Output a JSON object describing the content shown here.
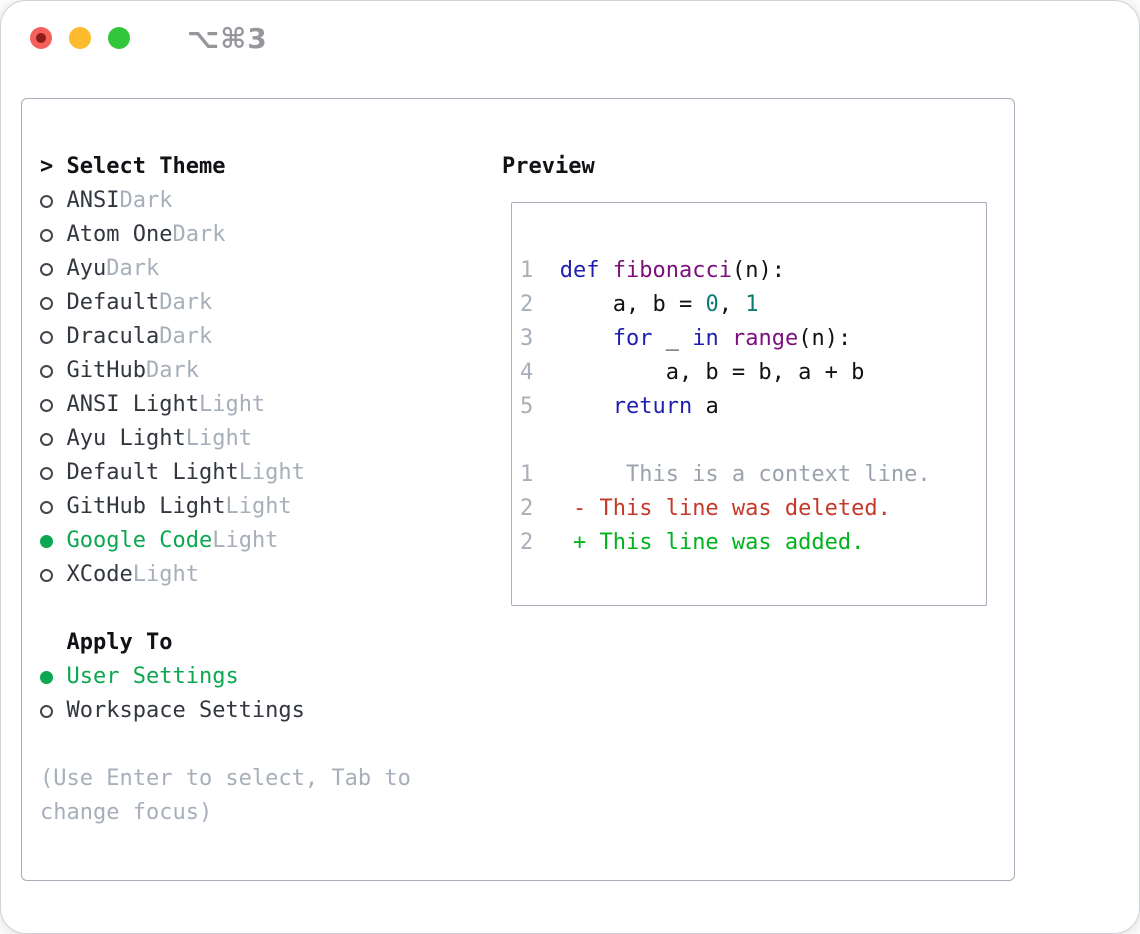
{
  "window": {
    "title": "⌥⌘3",
    "traffic_lights": [
      {
        "name": "close",
        "color": "#f4605a"
      },
      {
        "name": "minimize",
        "color": "#fcbb2d"
      },
      {
        "name": "maximize",
        "color": "#32c63c"
      }
    ]
  },
  "theme_selector": {
    "cursor": ">",
    "header": "Select Theme",
    "items": [
      {
        "name": "ANSI",
        "variant": "Dark",
        "selected": false
      },
      {
        "name": "Atom One",
        "variant": "Dark",
        "selected": false
      },
      {
        "name": "Ayu",
        "variant": "Dark",
        "selected": false
      },
      {
        "name": "Default",
        "variant": "Dark",
        "selected": false
      },
      {
        "name": "Dracula",
        "variant": "Dark",
        "selected": false
      },
      {
        "name": "GitHub",
        "variant": "Dark",
        "selected": false
      },
      {
        "name": "ANSI Light",
        "variant": "Light",
        "selected": false
      },
      {
        "name": "Ayu Light",
        "variant": "Light",
        "selected": false
      },
      {
        "name": "Default Light",
        "variant": "Light",
        "selected": false
      },
      {
        "name": "GitHub Light",
        "variant": "Light",
        "selected": false
      },
      {
        "name": "Google Code",
        "variant": "Light",
        "selected": true
      },
      {
        "name": "XCode",
        "variant": "Light",
        "selected": false
      }
    ]
  },
  "apply_to": {
    "header": "Apply To",
    "options": [
      {
        "label": "User Settings",
        "selected": true
      },
      {
        "label": "Workspace Settings",
        "selected": false
      }
    ]
  },
  "help_text": "(Use Enter to select, Tab to change focus)",
  "preview": {
    "title": "Preview",
    "code_lines": [
      {
        "no": "1",
        "tokens": [
          {
            "t": "def",
            "c": "keyword"
          },
          {
            "t": " ",
            "c": "plain"
          },
          {
            "t": "fibonacci",
            "c": "function"
          },
          {
            "t": "(n):",
            "c": "plain"
          }
        ]
      },
      {
        "no": "2",
        "tokens": [
          {
            "t": "    a, b = ",
            "c": "plain"
          },
          {
            "t": "0",
            "c": "literal"
          },
          {
            "t": ", ",
            "c": "plain"
          },
          {
            "t": "1",
            "c": "literal"
          }
        ]
      },
      {
        "no": "3",
        "tokens": [
          {
            "t": "    ",
            "c": "plain"
          },
          {
            "t": "for",
            "c": "keyword"
          },
          {
            "t": " _ ",
            "c": "plain"
          },
          {
            "t": "in",
            "c": "keyword"
          },
          {
            "t": " ",
            "c": "plain"
          },
          {
            "t": "range",
            "c": "function"
          },
          {
            "t": "(n):",
            "c": "plain"
          }
        ]
      },
      {
        "no": "4",
        "tokens": [
          {
            "t": "        a, b = b, a + b",
            "c": "plain"
          }
        ]
      },
      {
        "no": "5",
        "tokens": [
          {
            "t": "    ",
            "c": "plain"
          },
          {
            "t": "return",
            "c": "keyword"
          },
          {
            "t": " a",
            "c": "plain"
          }
        ]
      }
    ],
    "diff_lines": [
      {
        "no": "1",
        "kind": "context",
        "tokens": [
          {
            "t": "     This is a context line.",
            "c": "context"
          }
        ]
      },
      {
        "no": "2",
        "kind": "deleted",
        "tokens": [
          {
            "t": " ",
            "c": "plain"
          },
          {
            "t": "- This line was deleted.",
            "c": "deleted"
          }
        ]
      },
      {
        "no": "2",
        "kind": "added",
        "tokens": [
          {
            "t": " ",
            "c": "plain"
          },
          {
            "t": "+ This line was added.",
            "c": "added"
          }
        ]
      }
    ]
  },
  "colors": {
    "accent_green": "#0ca750",
    "added_green": "#00b41e",
    "deleted_red": "#c6382a",
    "muted_gray": "#a6afba",
    "context_gray": "#9aa3ad",
    "keyword_blue": "#1f1fb0",
    "function_purple": "#7c0f7c",
    "literal_teal": "#0c7b73",
    "text_dark": "#32363e",
    "text_black": "#101216",
    "border_gray": "#a7afba"
  }
}
